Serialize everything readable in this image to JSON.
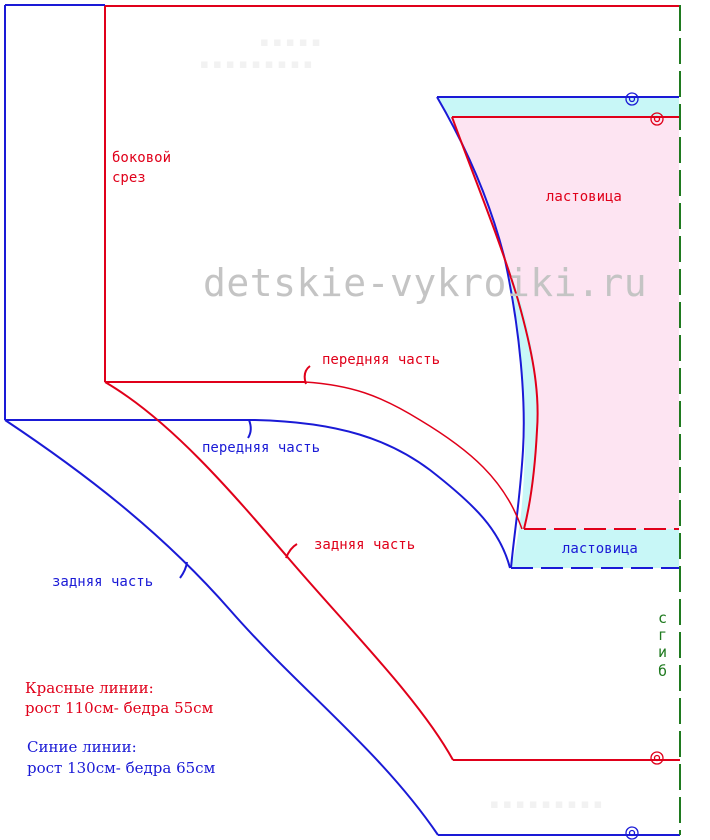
{
  "watermark": "detskie-vykroiki.ru",
  "labels": {
    "side_seam": [
      "боковой",
      "срез"
    ],
    "front_red": "передняя часть",
    "front_blue": "передняя часть",
    "back_red": "задняя часть",
    "back_blue": "задняя часть",
    "gusset_red": "ластовица",
    "gusset_blue": "ластовица",
    "fold": [
      "с",
      "г",
      "и",
      "б"
    ]
  },
  "legend": {
    "red_title": "Красные линии:",
    "red_size": "рост 110см- бедра 55см",
    "blue_title": "Синие линии:",
    "blue_size": "рост 130см- бедра 65см"
  },
  "colors": {
    "red_size": "#e0001a",
    "blue_size": "#1a1ad6",
    "gusset_red_fill": "#fde4f2",
    "gusset_blue_fill": "#c8f7f7",
    "fold_line": "#1f7a1f",
    "watermark": "#c4c4c4"
  },
  "icons": {
    "grainline_marks": "double-circle-icon"
  }
}
